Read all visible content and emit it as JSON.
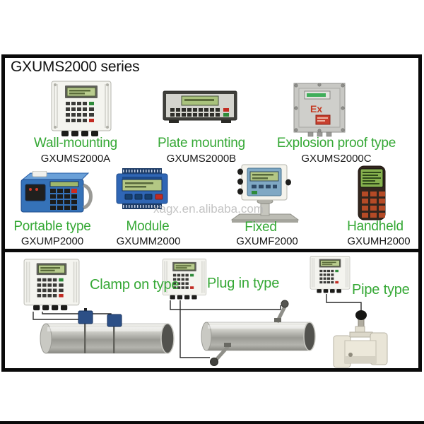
{
  "title": "GXUMS2000 series",
  "watermark": "xagx.en.alibaba.com",
  "colors": {
    "label_green": "#35a835",
    "frame_black": "#0a0a0a",
    "model_text": "#1a1a1a",
    "watermark_gray": "#b9b9b9",
    "device_blue": "#3572b8",
    "lcd_green": "#b3c784",
    "ex_red": "#c43a22"
  },
  "row1": [
    {
      "label": "Wall-mounting",
      "model": "GXUMS2000A",
      "icon": "wall-mount-meter-icon"
    },
    {
      "label": "Plate mounting",
      "model": "GXUMS2000B",
      "icon": "plate-meter-icon"
    },
    {
      "label": "Explosion proof type",
      "model": "GXUMS2000C",
      "icon": "explosion-proof-box-icon",
      "ex_marking": "Ex"
    }
  ],
  "row2": [
    {
      "label": "Portable type",
      "model": "GXUMP2000",
      "icon": "portable-meter-icon"
    },
    {
      "label": "Module",
      "model": "GXUMM2000",
      "icon": "module-meter-icon"
    },
    {
      "label": "Fixed",
      "model": "GXUMF2000",
      "icon": "fixed-meter-icon"
    },
    {
      "label": "Handheld",
      "model": "GXUMH2000",
      "icon": "handheld-meter-icon"
    }
  ],
  "row3": [
    {
      "label": "Clamp on type",
      "icon": "clamp-on-diagram-icon"
    },
    {
      "label": "Plug in type",
      "icon": "plug-in-diagram-icon"
    },
    {
      "label": "Pipe type",
      "icon": "pipe-type-diagram-icon"
    }
  ]
}
